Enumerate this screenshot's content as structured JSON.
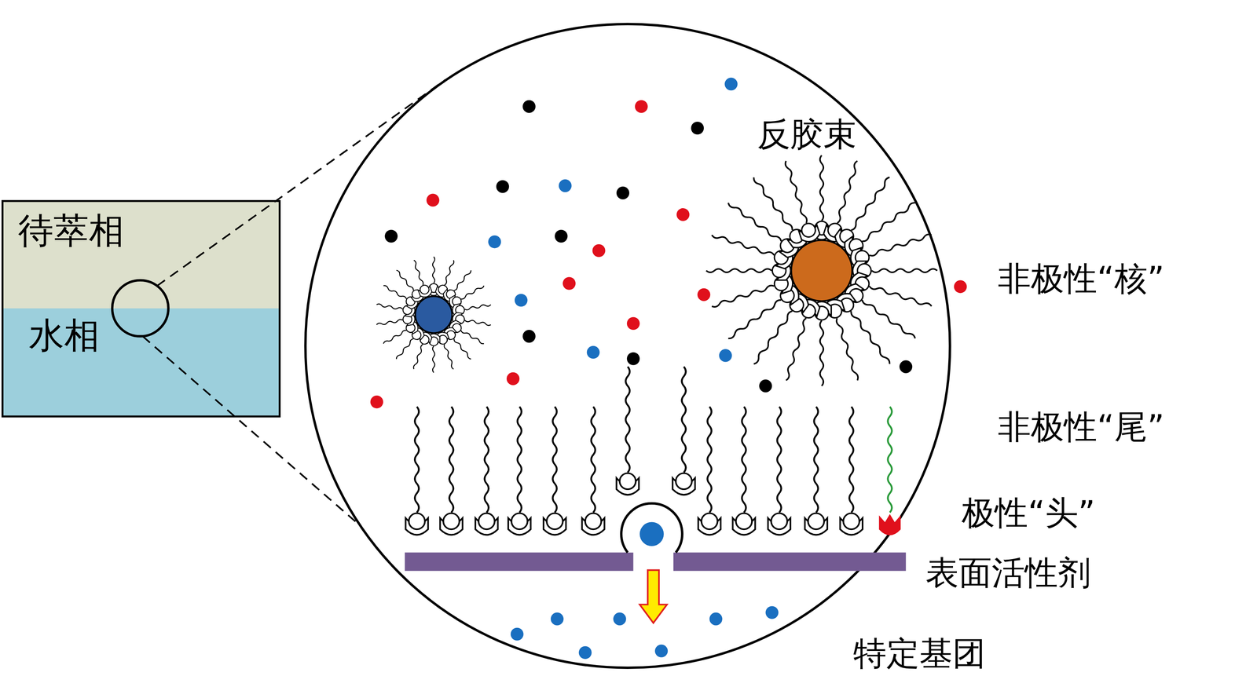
{
  "diagram": {
    "nodes": [
      {
        "text": [
          "待萃相"
        ]
      },
      {
        "text": [
          "水相"
        ]
      }
    ],
    "labels": [
      "反胶束",
      "非极性“核”",
      "非极性“尾”",
      "极性“头”",
      "表面活性剂",
      "特定基团"
    ]
  }
}
